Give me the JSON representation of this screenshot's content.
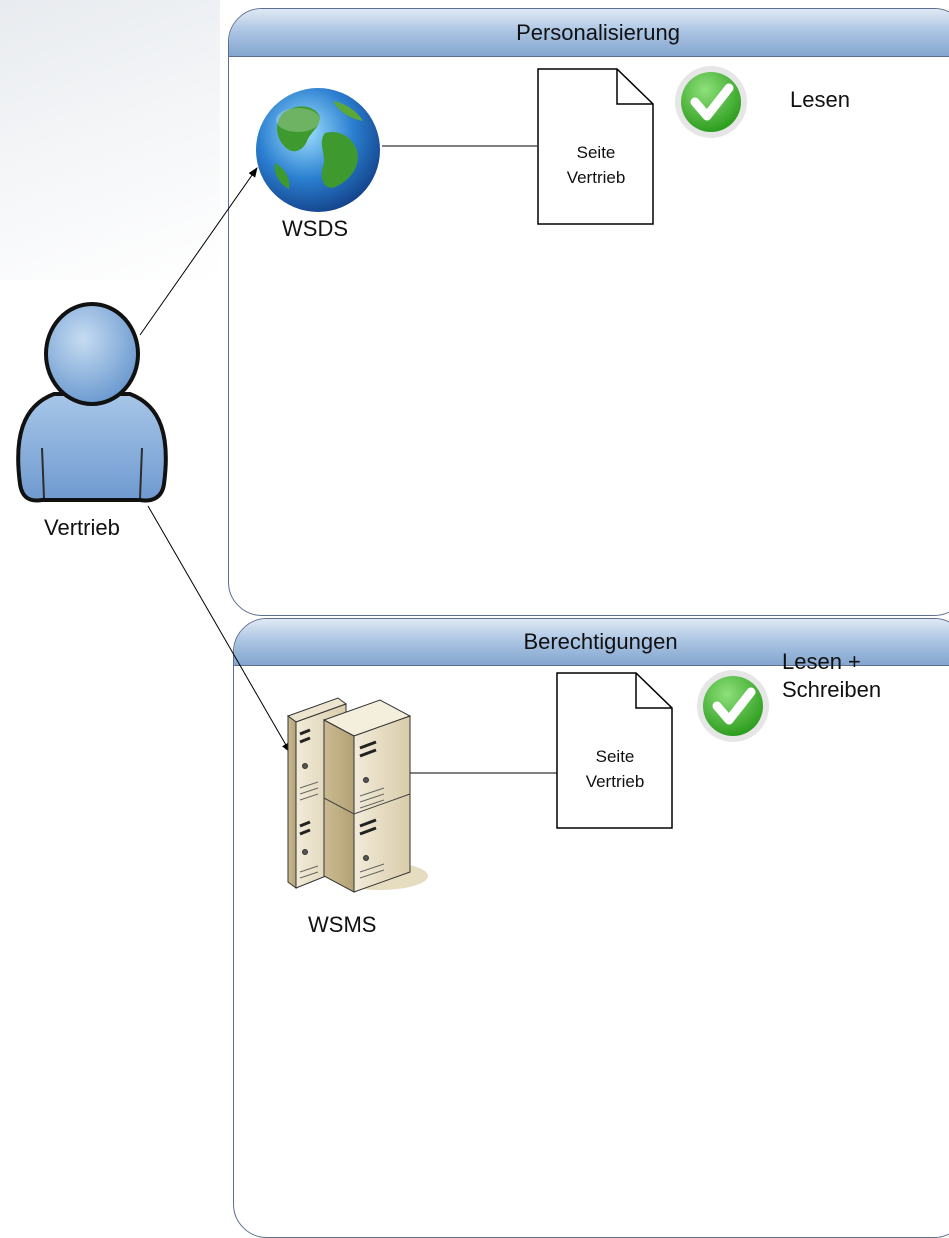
{
  "actor": {
    "label": "Vertrieb",
    "icon": "user-icon"
  },
  "panels": [
    {
      "title": "Personalisierung",
      "server": {
        "label": "WSDS",
        "icon": "globe-icon"
      },
      "document": {
        "line1": "Seite",
        "line2": "Vertrieb",
        "icon": "document-icon"
      },
      "permission": {
        "icon": "checkmark-icon",
        "line1": "Lesen",
        "line2": ""
      }
    },
    {
      "title": "Berechtigungen",
      "server": {
        "label": "WSMS",
        "icon": "server-icon"
      },
      "document": {
        "line1": "Seite",
        "line2": "Vertrieb",
        "icon": "document-icon"
      },
      "permission": {
        "icon": "checkmark-icon",
        "line1": "Lesen +",
        "line2": "Schreiben"
      }
    }
  ],
  "colors": {
    "header_top": "#dfe9f5",
    "header_bottom": "#84a6cf",
    "panel_border": "#5e6f8d",
    "check_green": "#3cb52a",
    "user_blue": "#7aa6d6"
  }
}
